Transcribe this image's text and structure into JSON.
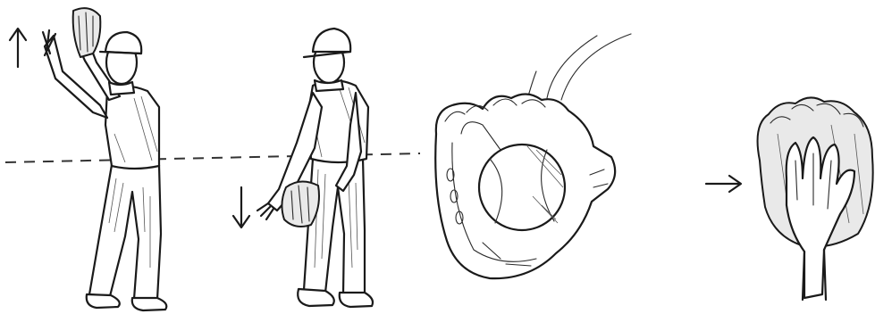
{
  "illustration": {
    "panels": [
      {
        "name": "raise-glove-catch"
      },
      {
        "name": "lower-glove-catch"
      },
      {
        "name": "ball-in-glove"
      },
      {
        "name": "cover-ball-with-hand"
      }
    ],
    "arrows": [
      "up-arrow",
      "down-arrow",
      "right-arrow"
    ],
    "reference_line": "dashed-waist-line",
    "colors": {
      "ink": "#1a1a1a",
      "background": "#ffffff"
    }
  }
}
